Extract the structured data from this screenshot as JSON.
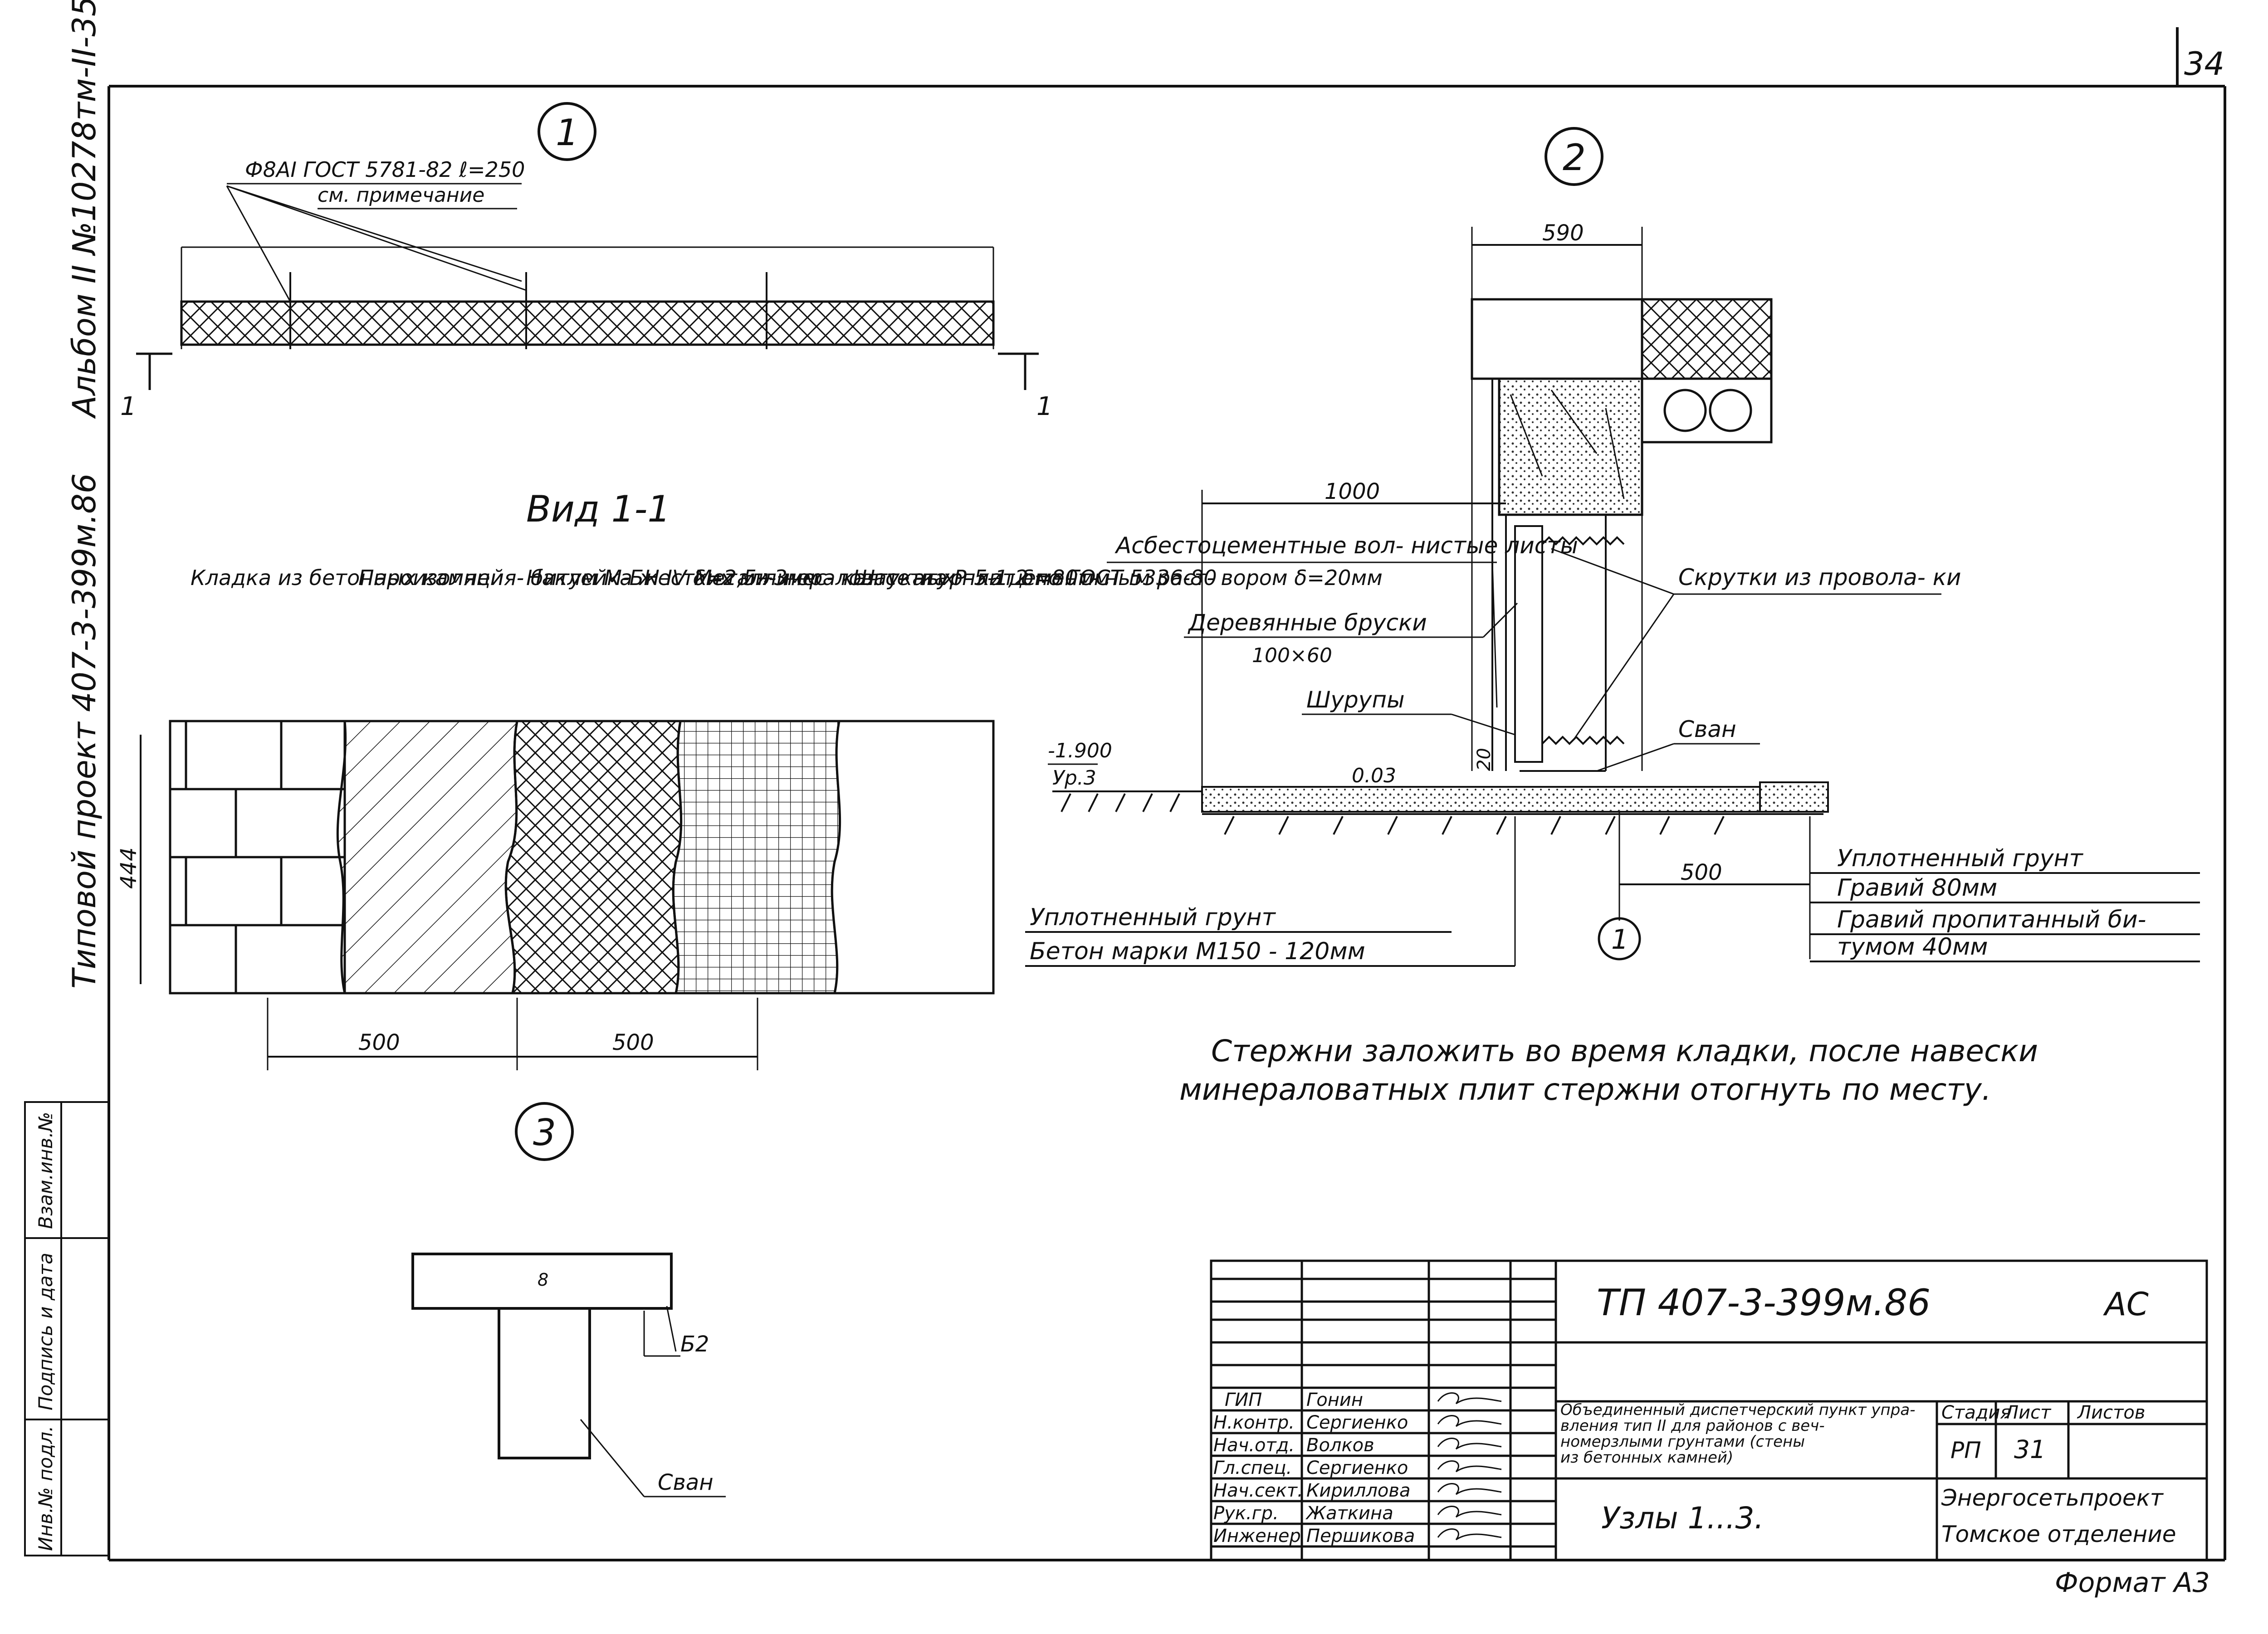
{
  "sheet": {
    "number": "34",
    "format": "Формат А3",
    "side_stamp": "Альбом II №10278тм-II-35",
    "side_project": "Типовой проект 407-3-399м.86",
    "left_strip": [
      "Инв.№ подл.",
      "Подпись и дата",
      "Взам.инв.№"
    ]
  },
  "node1": {
    "marker": "1",
    "rebar": "Ф8АI ГОСТ 5781-82 ℓ=250",
    "rebar_note": "см. примечание",
    "section_left": "1",
    "section_right": "1"
  },
  "view11": {
    "title": "Вид 1-1",
    "layers": [
      "Кладка из бетонных камней",
      "Пароизоляция- битум М-БН IV δ=2,5÷3мм",
      "Наклейка жестких ми- нераловат- ных плит δ=80мм",
      "Металличес- кая сетка Р-5-1,2 по ГОСТ 5336-80",
      "Штукатур- ка цемент- ным раст- вором δ=20мм"
    ],
    "dim_height": "444",
    "dim_a": "500",
    "dim_b": "500"
  },
  "node2": {
    "marker": "2",
    "dim_top": "590",
    "dim_1000": "1000",
    "callout_1": "Асбестоцементные вол- нистые листы",
    "callout_2": "Деревянные бруски",
    "callout_2b": "100×60",
    "callout_3": "Шурупы",
    "callout_4": "Скрутки из провола- ки",
    "callout_5": "Сван",
    "level": "-1.900",
    "level_label": "Ур.3",
    "slope": "0.03",
    "dim_20": "20",
    "dim_500": "500",
    "axis": "1",
    "left_layers": [
      "Уплотненный грунт",
      "Бетон марки   М150 - 120мм"
    ],
    "right_layers": [
      "Уплотненный грунт",
      "Гравий  80мм",
      "Гравий пропитанный би-",
      "тумом  40мм"
    ]
  },
  "note": [
    "Стержни заложить во время кладки, после навески",
    "минераловатных плит стержни отогнуть по месту."
  ],
  "node3": {
    "marker": "3",
    "label_b": "Б2",
    "label_pile": "Сван",
    "small": "8"
  },
  "title_block": {
    "code": "ТП 407-3-399м.86",
    "mark": "АС",
    "roles": [
      "ГИП",
      "Н.контр.",
      "Нач.отд.",
      "Гл.спец.",
      "Нач.сект.",
      "Рук.гр.",
      "Инженер"
    ],
    "names": [
      "Гонин",
      "Сергиенко",
      "Волков",
      "Сергиенко",
      "Кириллова",
      "Жаткина",
      "Першикова"
    ],
    "description": [
      "Объединенный диспетчерский пункт упра-",
      "вления тип II для районов с веч-",
      "номерзлыми грунтами (стены",
      "из бетонных камней)"
    ],
    "stage_header": "Стадия",
    "sheet_header": "Лист",
    "sheets_header": "Листов",
    "stage": "РП",
    "sheet": "31",
    "sheets": "",
    "drawing": "Узлы  1...3.",
    "org1": "Энергосетьпроект",
    "org2": "Томское отделение"
  }
}
